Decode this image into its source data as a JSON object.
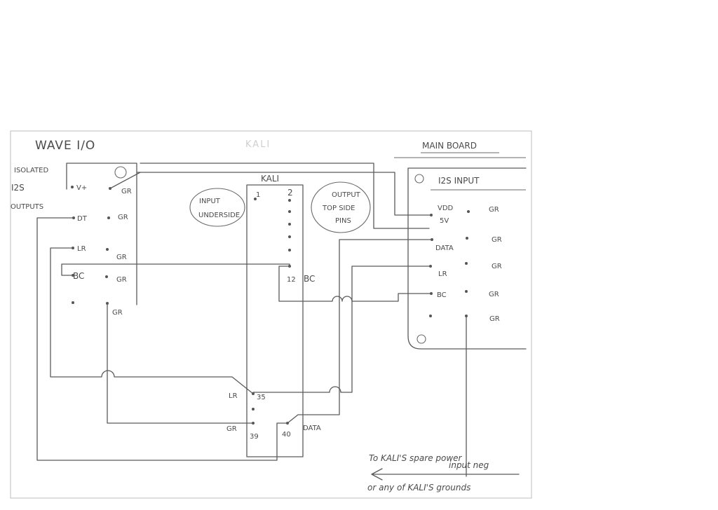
{
  "wave_io": {
    "title": "WAVE I/O",
    "isolated_label": [
      "ISOLATED",
      "I2S",
      "OUTPUTS"
    ],
    "pins": {
      "vplus": "V+",
      "dt": "DT",
      "lr": "LR",
      "bc": "BC"
    },
    "gr_labels": [
      "GR",
      "GR",
      "GR",
      "GR",
      "GR"
    ]
  },
  "kali": {
    "faint_title": "KALI",
    "title": "KALI",
    "pin_1": "1",
    "pin_2": "2",
    "pin_12": "12",
    "bc_label": "BC",
    "lr_label": "LR",
    "pin_35": "35",
    "gr_label": "GR",
    "pin_39": "39",
    "pin_40": "40",
    "data_label": "DATA",
    "input_note": [
      "INPUT",
      "UNDERSIDE"
    ],
    "output_note": [
      "OUTPUT",
      "TOP SIDE",
      "PINS"
    ]
  },
  "main_board": {
    "title": "MAIN BOARD",
    "subtitle": "I2S  INPUT",
    "pins": {
      "vdd": "VDD",
      "vdd_volt": "5V",
      "data": "DATA",
      "lr": "LR",
      "bc": "BC"
    },
    "gr_labels": [
      "GR",
      "GR",
      "GR",
      "GR",
      "GR"
    ]
  },
  "footnote": {
    "line1": "To KALI'S spare power",
    "line2": "input neg",
    "line3": "or any of KALI'S grounds"
  }
}
